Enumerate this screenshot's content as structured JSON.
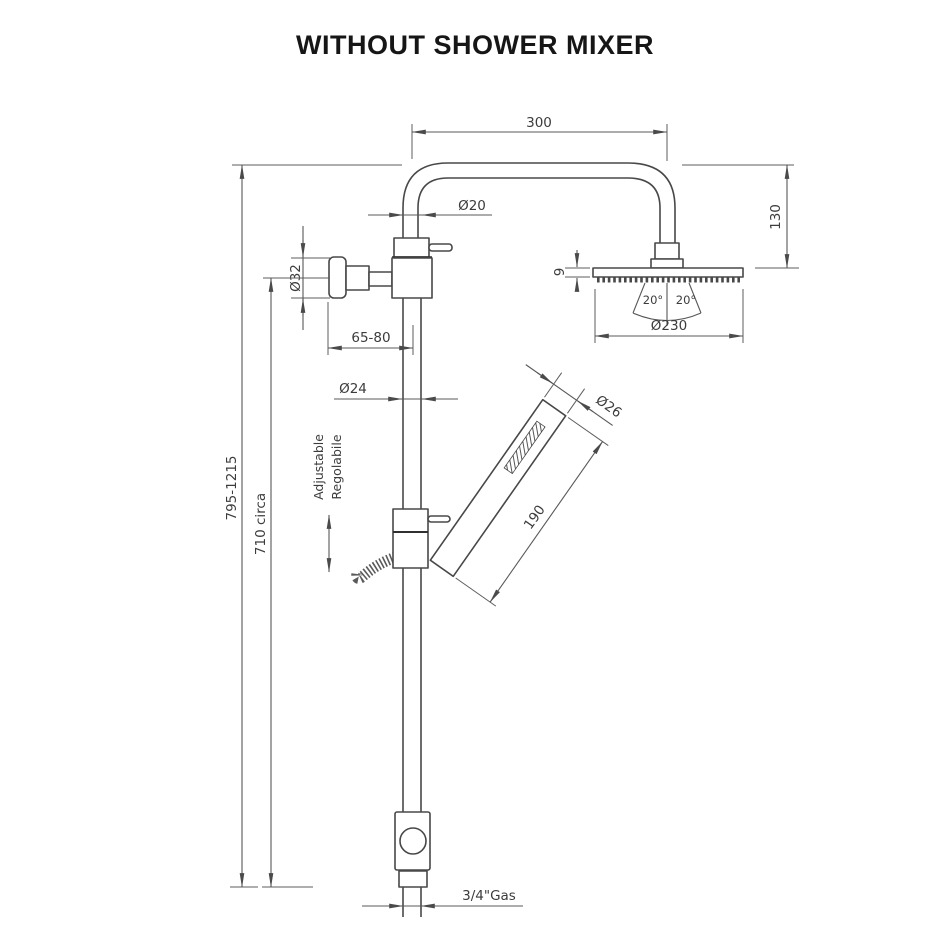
{
  "title": "WITHOUT SHOWER MIXER",
  "dims": {
    "arm_reach": "300",
    "arm_pipe_diameter": "Ø20",
    "head_drop_height": "130",
    "head_thickness": "9",
    "spray_angle_left": "20°",
    "spray_angle_right": "20°",
    "head_diameter": "Ø230",
    "wall_flange_diameter": "Ø32",
    "wall_clearance": "65-80",
    "column_diameter": "Ø24",
    "handset_diameter": "Ø26",
    "handset_length": "190",
    "overall_height": "795-1215",
    "column_height": "710 circa",
    "inlet_connection": "3/4\"Gas"
  },
  "notes": {
    "adjustable_en": "Adjustable",
    "adjustable_it": "Regolabile"
  }
}
